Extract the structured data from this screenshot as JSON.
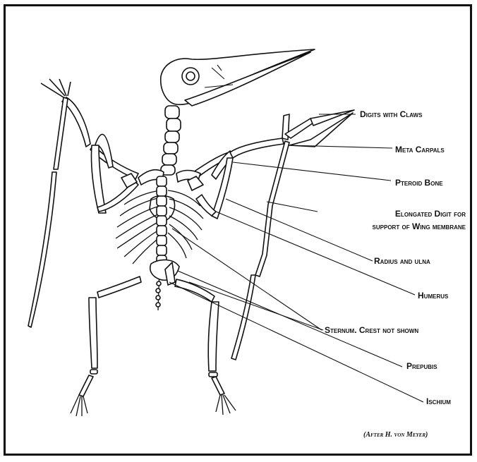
{
  "labels": {
    "digits_with_claws": "Digits   with Claws",
    "meta_carpals": "Meta Carpals",
    "pteroid_bone": "Pteroid Bone",
    "elongated_digit_line1": "Elongated Digit for",
    "elongated_digit_line2": "support of Wing membrane",
    "radius_ulna": "Radius and ulna",
    "humerus": "Humerus",
    "sternum": "Sternum. Crest not shown",
    "prepubis": "Prepubis",
    "ischium": "Ischium"
  },
  "caption": "(After H. von Meyer)"
}
